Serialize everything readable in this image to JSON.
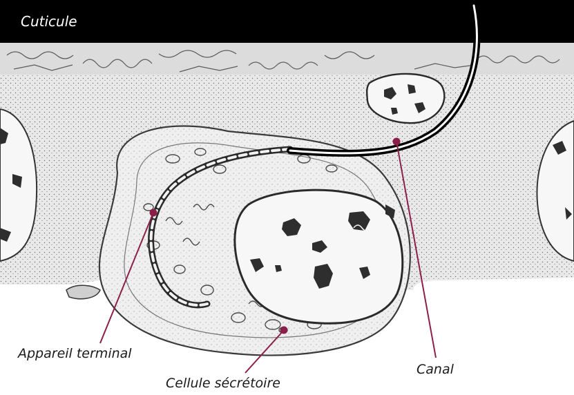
{
  "labels": {
    "cuticule": "Cuticule",
    "appareil_terminal": "Appareil terminal",
    "cellule_secretoire": "Cellule sécrétoire",
    "canal": "Canal"
  },
  "colors": {
    "cuticle_band": "#000000",
    "cytoplasm": "#e6e6e6",
    "nucleus": "#f7f7f7",
    "chromatin": "#2e2e2e",
    "leader_line": "#8a1f4a",
    "outline": "#3a3a3a"
  }
}
